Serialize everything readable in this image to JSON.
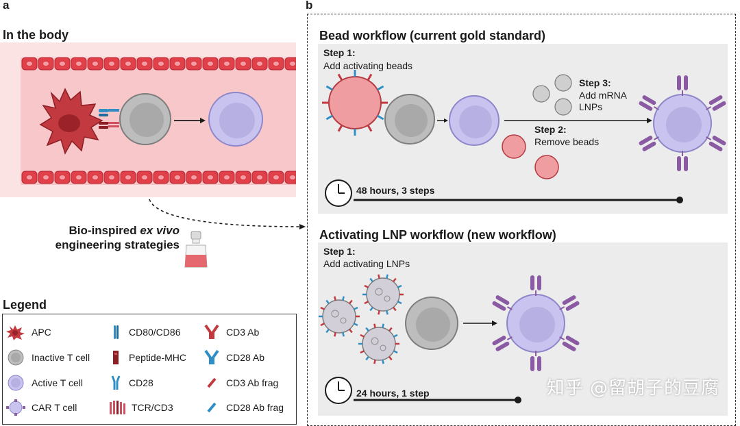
{
  "panel_a": {
    "letter": "a",
    "title": "In the body",
    "strategies_line1_pre": "Bio-inspired ",
    "strategies_line1_italic": "ex vivo",
    "strategies_line2": "engineering strategies"
  },
  "panel_b": {
    "letter": "b",
    "bead": {
      "title": "Bead workflow (current gold standard)",
      "step1_label": "Step 1:",
      "step1_text": "Add activating beads",
      "step2_label": "Step 2:",
      "step2_text": "Remove beads",
      "step3_label": "Step 3:",
      "step3_text_line1": "Add mRNA",
      "step3_text_line2": "LNPs",
      "timeline": "48 hours, 3 steps"
    },
    "lnp": {
      "title": "Activating LNP workflow (new workflow)",
      "step1_label": "Step 1:",
      "step1_text": "Add activating LNPs",
      "timeline": "24 hours, 1 step"
    }
  },
  "legend": {
    "title": "Legend",
    "items": [
      {
        "label": "APC",
        "icon": "apc-icon"
      },
      {
        "label": "Inactive T cell",
        "icon": "inactive-t-cell-icon"
      },
      {
        "label": "Active T cell",
        "icon": "active-t-cell-icon"
      },
      {
        "label": "CAR T cell",
        "icon": "car-t-cell-icon"
      },
      {
        "label": "CD80/CD86",
        "icon": "cd80-cd86-icon"
      },
      {
        "label": "Peptide-MHC",
        "icon": "peptide-mhc-icon"
      },
      {
        "label": "CD28",
        "icon": "cd28-icon"
      },
      {
        "label": "TCR/CD3",
        "icon": "tcr-cd3-icon"
      },
      {
        "label": "CD3 Ab",
        "icon": "cd3-ab-icon"
      },
      {
        "label": "CD28 Ab",
        "icon": "cd28-ab-icon"
      },
      {
        "label": "CD3 Ab frag",
        "icon": "cd3-ab-frag-icon"
      },
      {
        "label": "CD28 Ab frag",
        "icon": "cd28-ab-frag-icon"
      }
    ]
  },
  "watermark": "知乎 @留胡子的豆腐",
  "colors": {
    "vessel_wall": "#e0404a",
    "vessel_lumen": "#fcd6d8",
    "inactive_cell": "#b9b9b9",
    "active_cell": "#c7c2ec",
    "apc": "#c0373d",
    "bead": "#e8868a",
    "car_receptor": "#8a5aa3",
    "cd28": "#2f8fc4"
  }
}
